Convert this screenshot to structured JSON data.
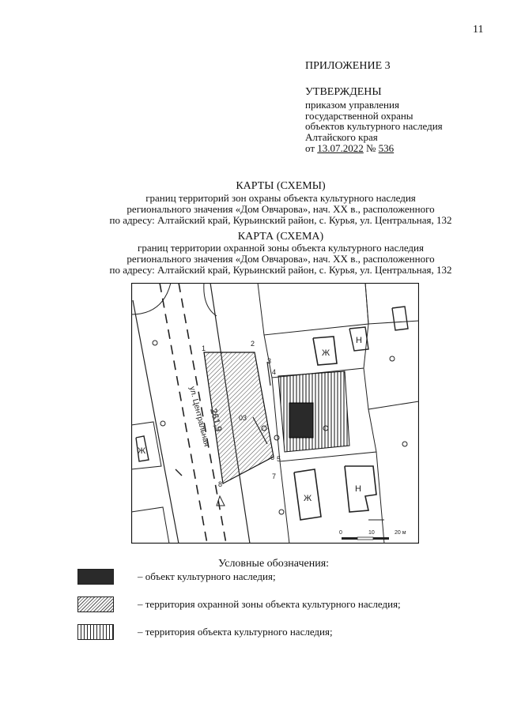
{
  "page_number": "11",
  "appendix": "ПРИЛОЖЕНИЕ 3",
  "approved": {
    "title": "УТВЕРЖДЕНЫ",
    "lines": [
      "приказом управления",
      "государственной охраны",
      "объектов культурного наследия",
      "Алтайского края"
    ],
    "date_prefix": "от ",
    "date": "13.07.2022",
    "number_prefix": " № ",
    "number": "536"
  },
  "section1": {
    "title": "КАРТЫ (СХЕМЫ)",
    "lines": [
      "границ территорий зон охраны объекта культурного наследия",
      "регионального значения «Дом Овчарова», нач. XX в., расположенного",
      "по адресу: Алтайский край, Курьинский район, с. Курья, ул. Центральная, 132"
    ]
  },
  "section2": {
    "title": "КАРТА (СХЕМА)",
    "lines": [
      "границ территории охранной зоны объекта культурного наследия",
      "регионального значения «Дом Овчарова», нач. XX в., расположенного",
      "по адресу: Алтайский край, Курьинский район, с. Курья, ул. Центральная, 132"
    ]
  },
  "map": {
    "street_label": "ул. Центральная",
    "area_label": "261,9",
    "code_label": "03",
    "building_letters": [
      "Ж",
      "Н",
      "Ж",
      "Н",
      "Ж"
    ],
    "point_labels": [
      "1",
      "2",
      "3",
      "4",
      "5",
      "6",
      "7",
      "8"
    ],
    "scale_labels": [
      "0",
      "10",
      "20 м"
    ]
  },
  "legend": {
    "title": "Условные обозначения:",
    "items": [
      {
        "key": "object",
        "text": "– объект культурного наследия;"
      },
      {
        "key": "zone",
        "text": "– территория охранной зоны объекта культурного наследия;"
      },
      {
        "key": "territory",
        "text": "– территория объекта культурного наследия;"
      }
    ]
  }
}
